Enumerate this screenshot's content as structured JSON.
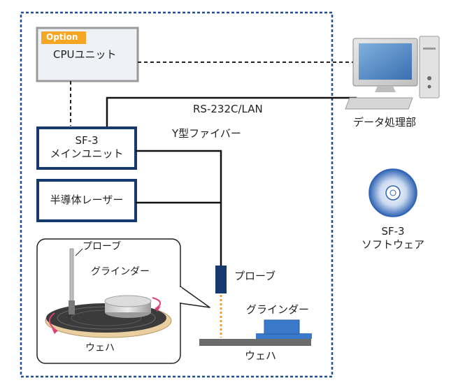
{
  "diagram": {
    "option_badge": "Option",
    "cpu_unit": "CPUユニット",
    "rs_label": "RS-232C/LAN",
    "fiber_label": "Y型ファイバー",
    "main_unit_line1": "SF-3",
    "main_unit_line2": "メインユニット",
    "laser": "半導体レーザー",
    "data_processing": "データ処理部",
    "software_line1": "SF-3",
    "software_line2": "ソフトウェア",
    "probe_label": "プローブ",
    "grinder_label": "グラインダー",
    "wafer_label": "ウェハ",
    "inset_probe": "プローブ",
    "inset_grinder": "グラインダー",
    "inset_wafer": "ウェハ"
  },
  "colors": {
    "frame_dots": "#1f4e96",
    "unit_border": "#163a70",
    "option_orange": "#f5a623",
    "cpu_fill": "#eef1f6",
    "probe_blue": "#163a70",
    "grinder_blue": "#3a79c9",
    "laser_orange": "#f0a030"
  }
}
